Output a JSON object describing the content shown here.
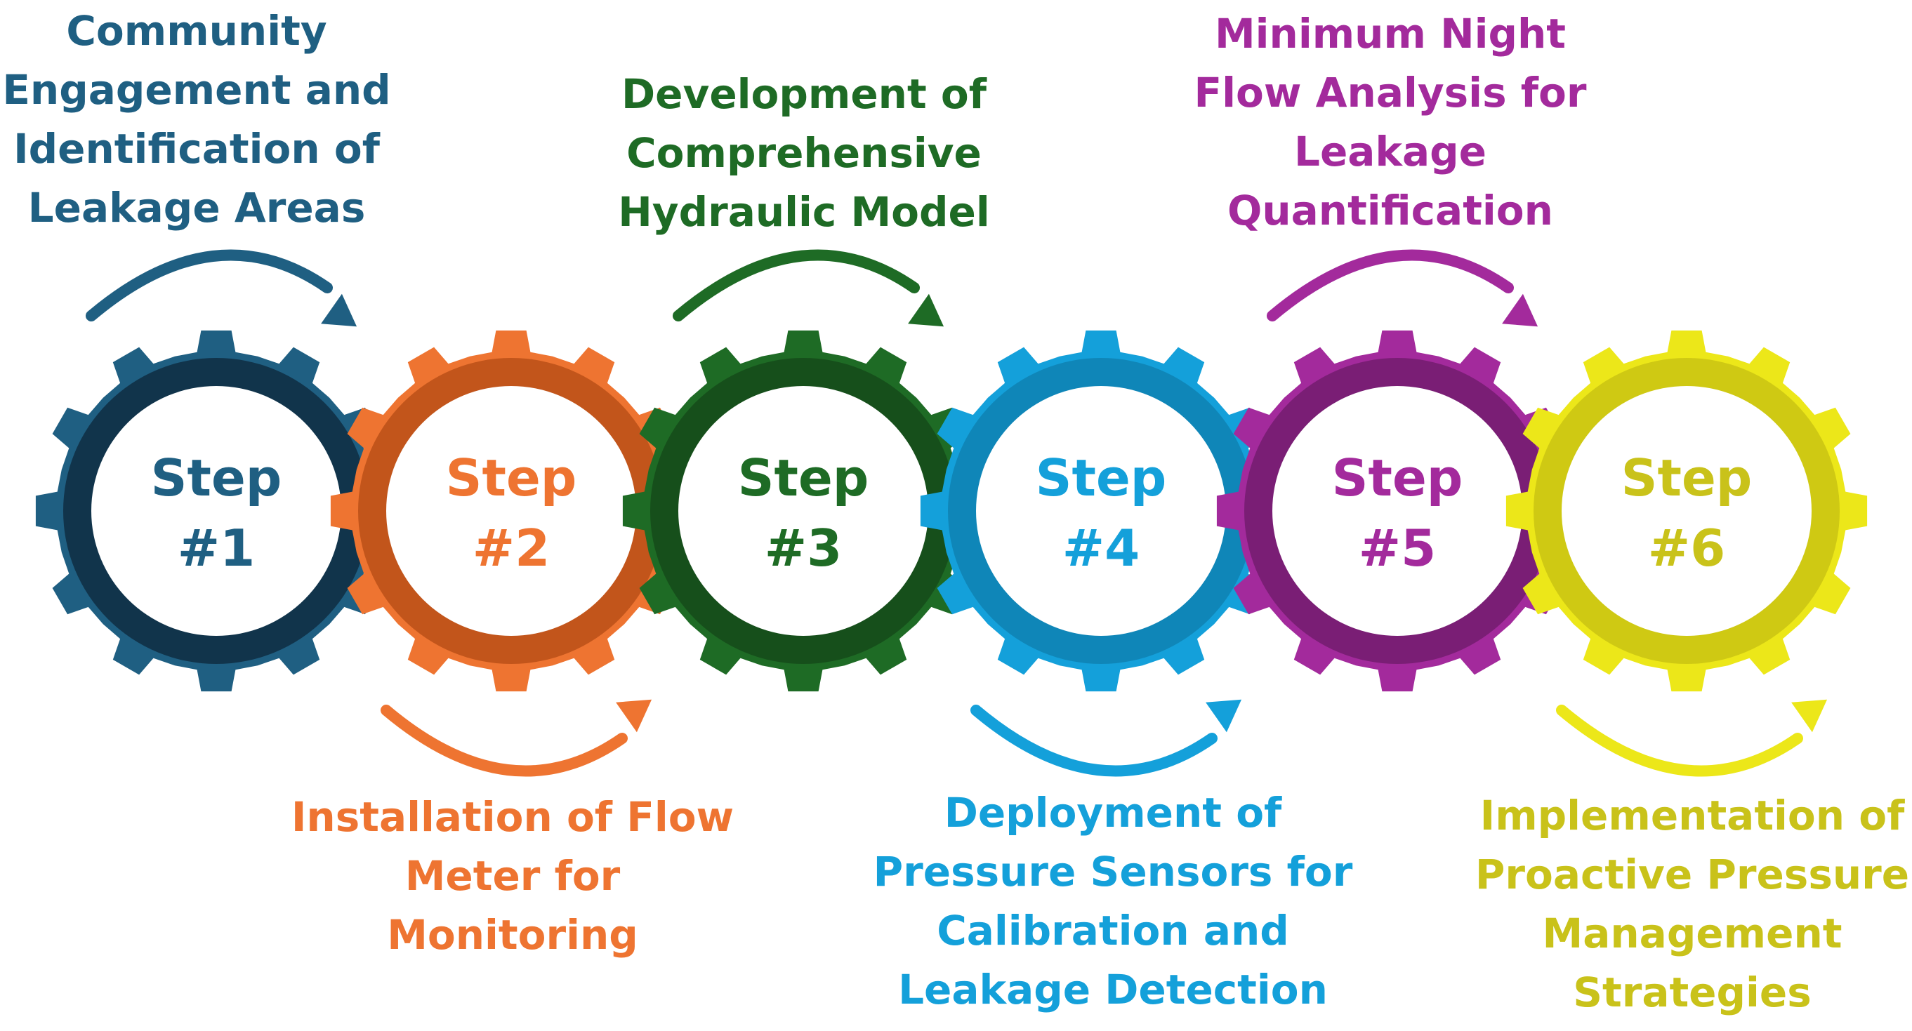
{
  "steps": [
    {
      "line1": "Step",
      "line2": "#1",
      "caption": "Community\nEngagement and\nIdentification of\nLeakage Areas",
      "color": "#1f5f82",
      "dark": "#11344b"
    },
    {
      "line1": "Step",
      "line2": "#2",
      "caption": "Installation of Flow\nMeter for\nMonitoring",
      "color": "#ee7431",
      "dark": "#c2551b"
    },
    {
      "line1": "Step",
      "line2": "#3",
      "caption": "Development of\nComprehensive\nHydraulic Model",
      "color": "#1e6b25",
      "dark": "#164f1b"
    },
    {
      "line1": "Step",
      "line2": "#4",
      "caption": "Deployment of\nPressure Sensors for\nCalibration and\nLeakage Detection",
      "color": "#14a0da",
      "dark": "#0f86b8"
    },
    {
      "line1": "Step",
      "line2": "#5",
      "caption": "Minimum Night\nFlow Analysis for\nLeakage\nQuantification",
      "color": "#a32a9c",
      "dark": "#7a1e75"
    },
    {
      "line1": "Step",
      "line2": "#6",
      "caption": "Implementation of\nProactive Pressure\nManagement\nStrategies",
      "color": "#ece719",
      "dark": "#cfc913",
      "textColor": "#c9c21a"
    }
  ],
  "arrow_icon": "curved-arrow-icon",
  "gear_icon": "gear-icon"
}
